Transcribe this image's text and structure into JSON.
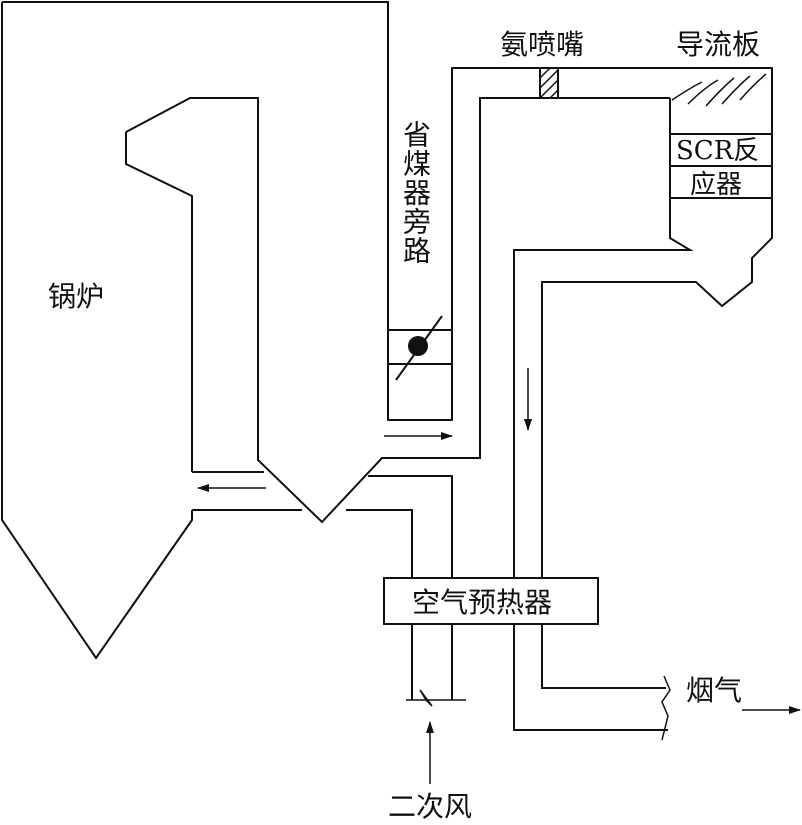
{
  "labels": {
    "boiler": "锅炉",
    "ammonia_nozzle": "氨喷嘴",
    "guide_plate": "导流板",
    "scr_reactor_line1": "SCR反",
    "scr_reactor_line2": "应器",
    "economizer_bypass": "省煤器旁路",
    "air_preheater": "空气预热器",
    "flue_gas": "烟气",
    "secondary_air": "二次风"
  },
  "colors": {
    "stroke": "#111111",
    "background": "#ffffff"
  }
}
